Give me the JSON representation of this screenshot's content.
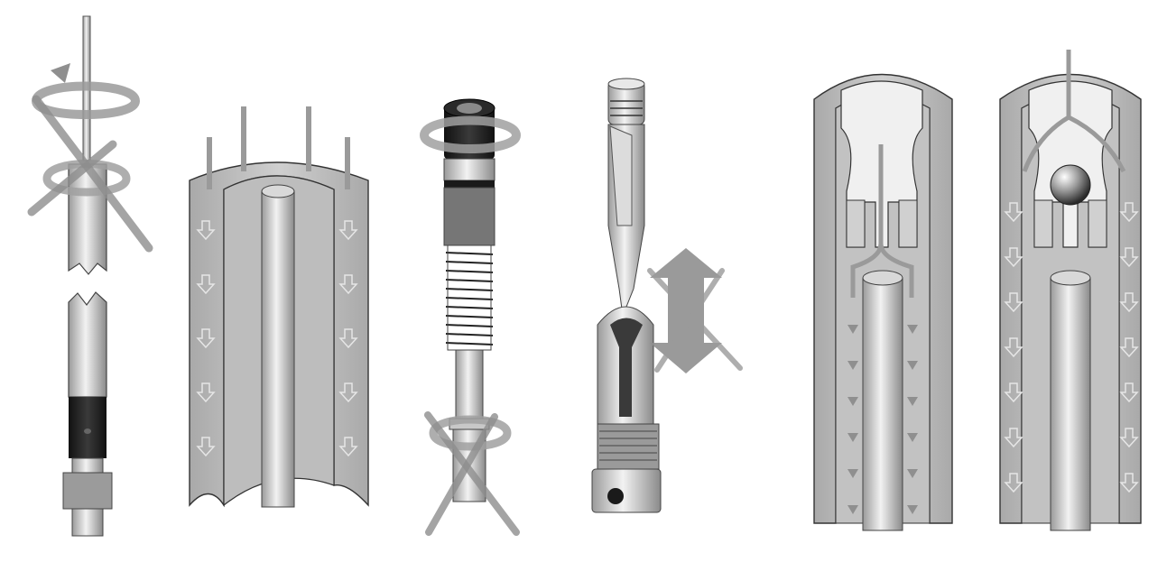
{
  "colors": {
    "background": "#ffffff",
    "steel_light": "#e8e8e8",
    "steel_mid": "#c4c4c4",
    "steel_dark": "#8c8c8c",
    "fluid": "#b9b9b9",
    "black_part": "#1f1f1f",
    "arrow": "#9a9a9a",
    "outline": "#2b2b2b"
  },
  "panels": [
    {
      "id": "broken-rod",
      "icons": [
        "rotation-arrow-icon",
        "prohibited-cross-icon"
      ]
    },
    {
      "id": "annulus-flow",
      "icons": [
        "flow-down-arrow-icon"
      ]
    },
    {
      "id": "threaded-tool",
      "icons": [
        "rotation-arrow-icon",
        "prohibited-cross-icon"
      ]
    },
    {
      "id": "jar-tool",
      "icons": [
        "double-vertical-arrow-icon",
        "prohibited-cross-icon"
      ]
    },
    {
      "id": "circulating-sub-open",
      "icons": [
        "flow-down-arrow-icon"
      ]
    },
    {
      "id": "circulating-sub-ball",
      "icons": [
        "ball-icon",
        "flow-down-arrow-icon"
      ]
    }
  ]
}
